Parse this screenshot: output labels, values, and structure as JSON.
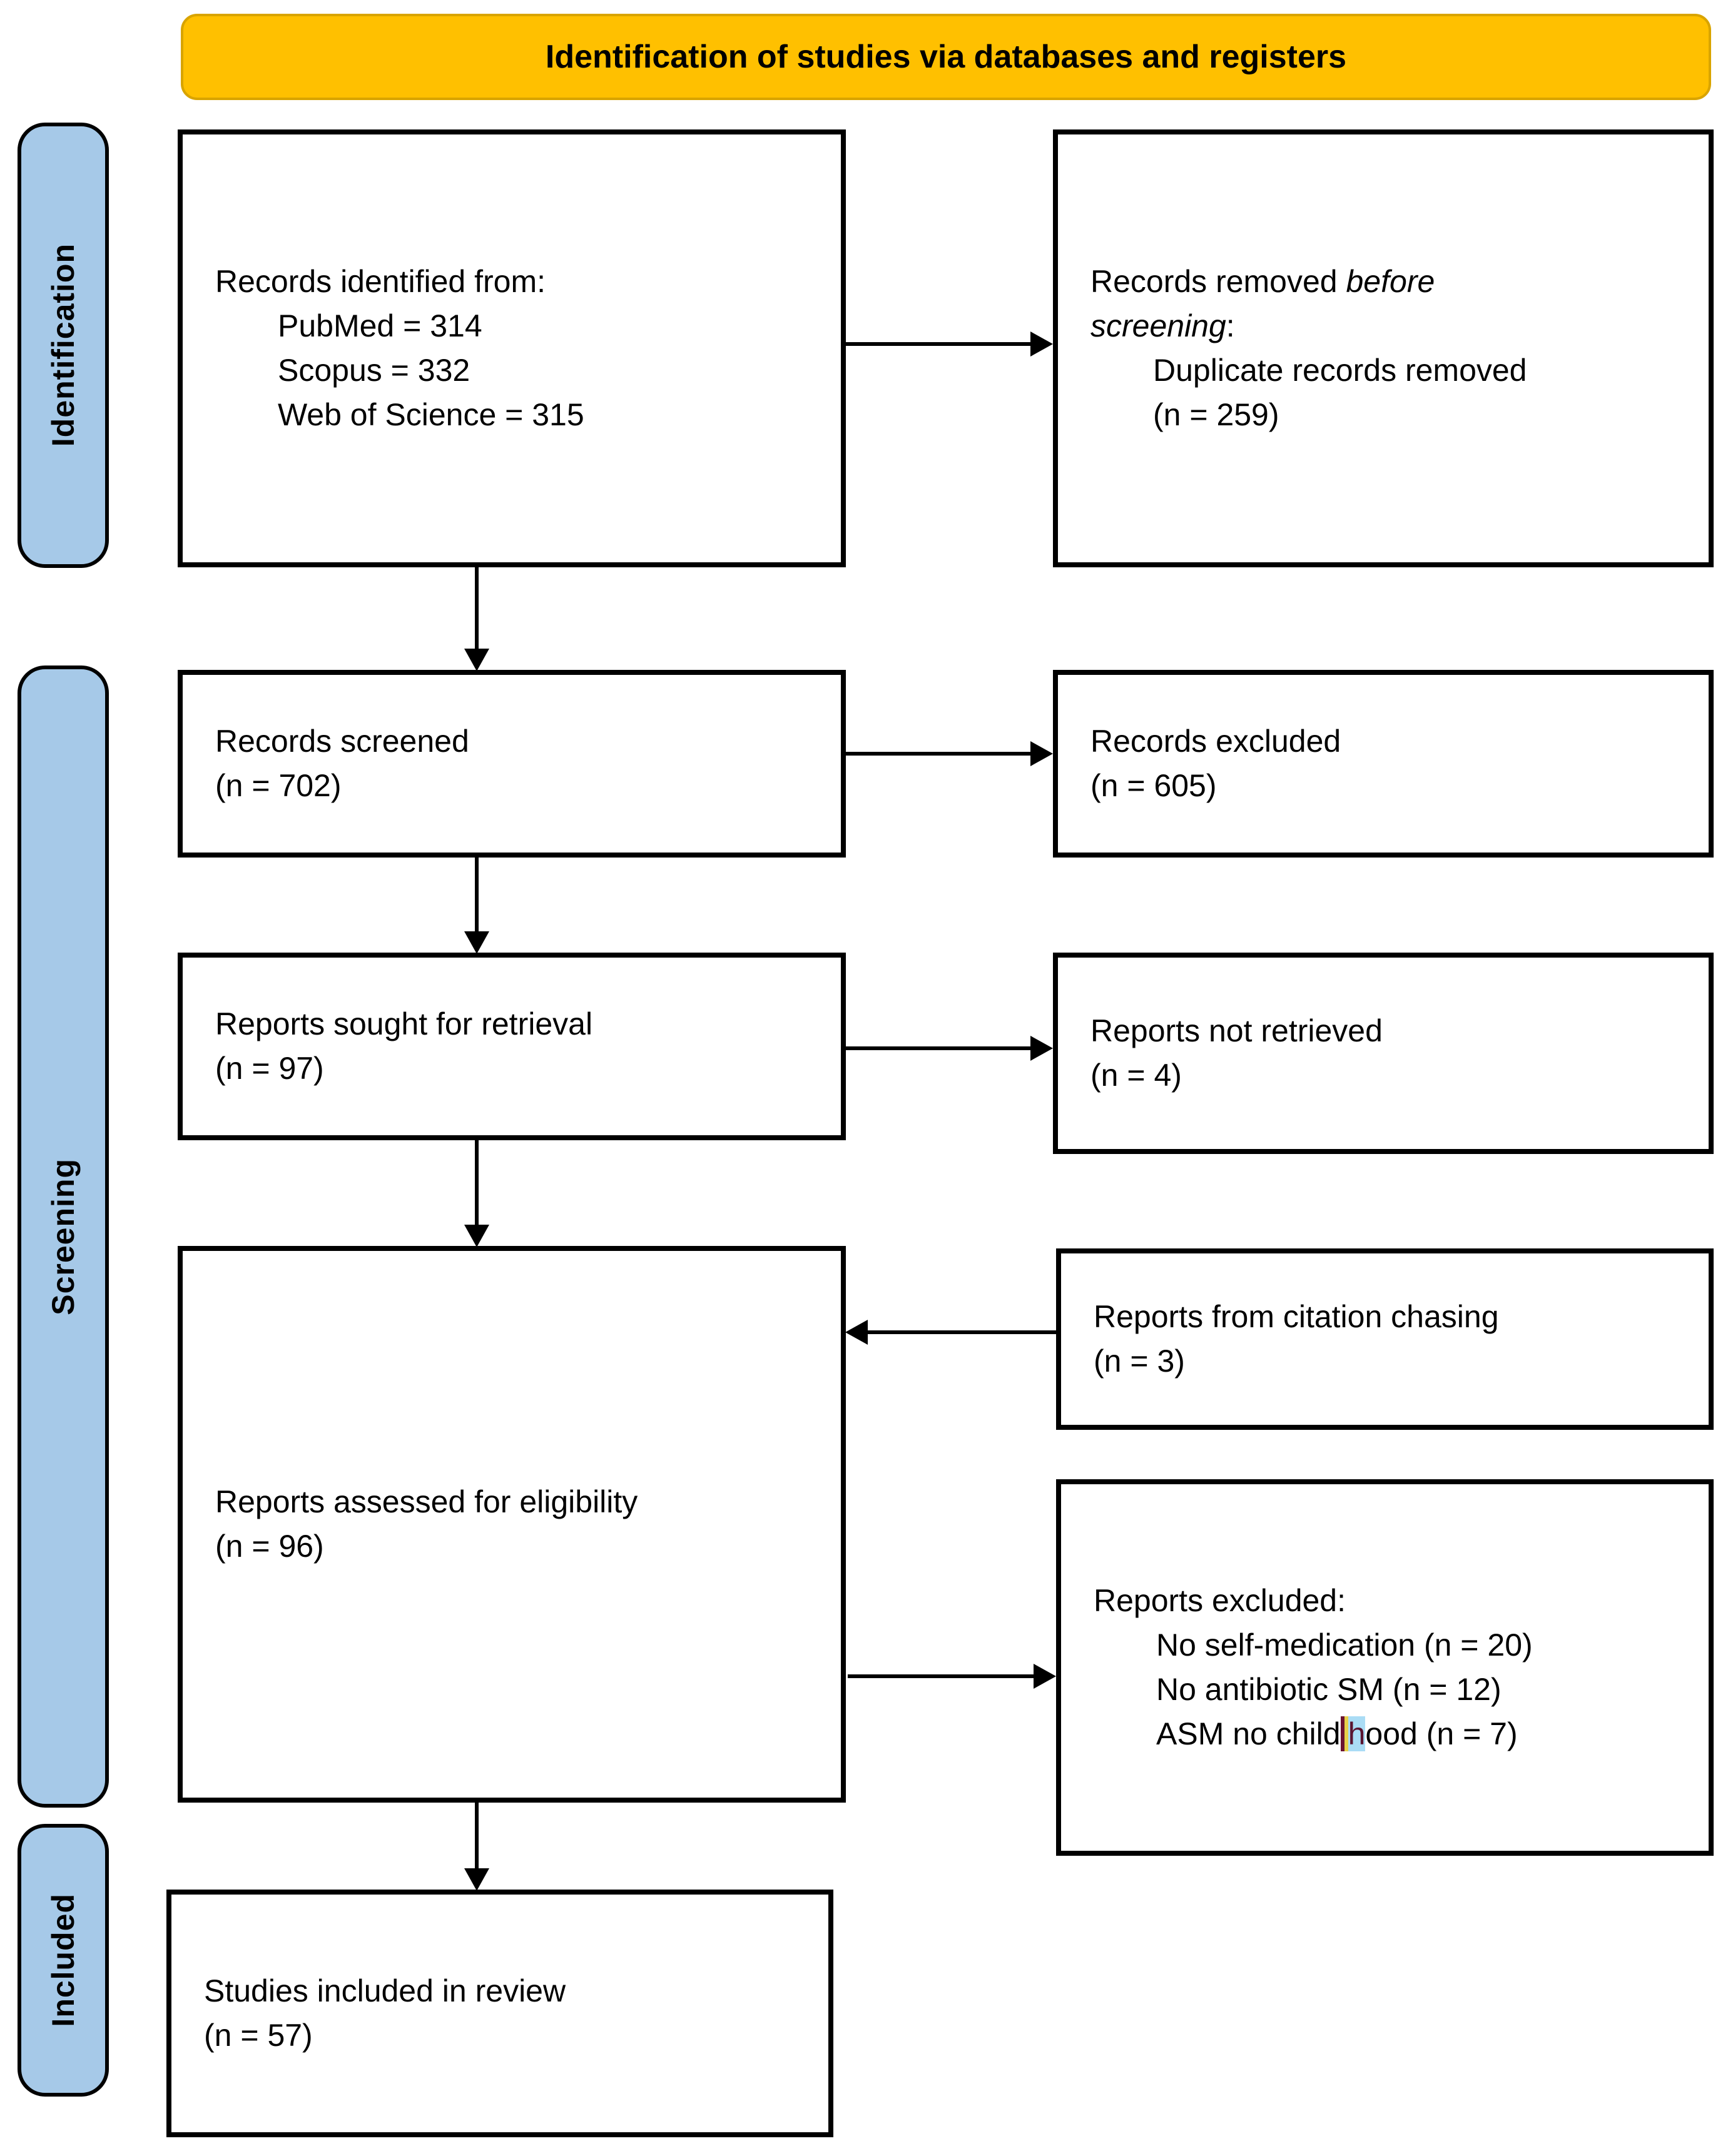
{
  "banner": {
    "title": "Identification of studies via databases and registers"
  },
  "colors": {
    "banner_bg": "#FFC000",
    "banner_border": "#D9A400",
    "stage_bg": "#A6C9E8",
    "box_border": "#000000",
    "highlight_h_bg": "#AADCF5",
    "highlight_h_color": "#5A1430"
  },
  "stages": {
    "identification": "Identification",
    "screening": "Screening",
    "included": "Included"
  },
  "boxes": {
    "records_identified": {
      "title": "Records identified from:",
      "items": [
        "PubMed = 314",
        "Scopus = 332",
        "Web of Science = 315"
      ]
    },
    "records_removed": {
      "line1_normal": "Records removed ",
      "line1_italic": "before",
      "line2_italic": "screening",
      "line2_normal": ":",
      "item1": "Duplicate records removed",
      "item2": "(n = 259)"
    },
    "records_screened": {
      "line1": "Records screened",
      "line2": "(n = 702)"
    },
    "records_excluded": {
      "line1": "Records excluded",
      "line2": "(n = 605)"
    },
    "reports_sought": {
      "line1": "Reports sought for retrieval",
      "line2": "(n = 97)"
    },
    "reports_not_retrieved": {
      "line1": "Reports not retrieved",
      "line2": "(n = 4)"
    },
    "reports_assessed": {
      "line1": "Reports assessed for eligibility",
      "line2": "(n = 96)"
    },
    "citation_chasing": {
      "line1": "Reports from citation chasing",
      "line2": "(n = 3)"
    },
    "reports_excluded": {
      "title": "Reports excluded:",
      "item1": "No self-medication (n = 20)",
      "item2": "No antibiotic SM (n = 12)",
      "item3_pre": "ASM no child",
      "item3_h": "h",
      "item3_post": "ood (n = 7)"
    },
    "studies_included": {
      "line1": "Studies included in review",
      "line2": "(n = 57)"
    }
  }
}
